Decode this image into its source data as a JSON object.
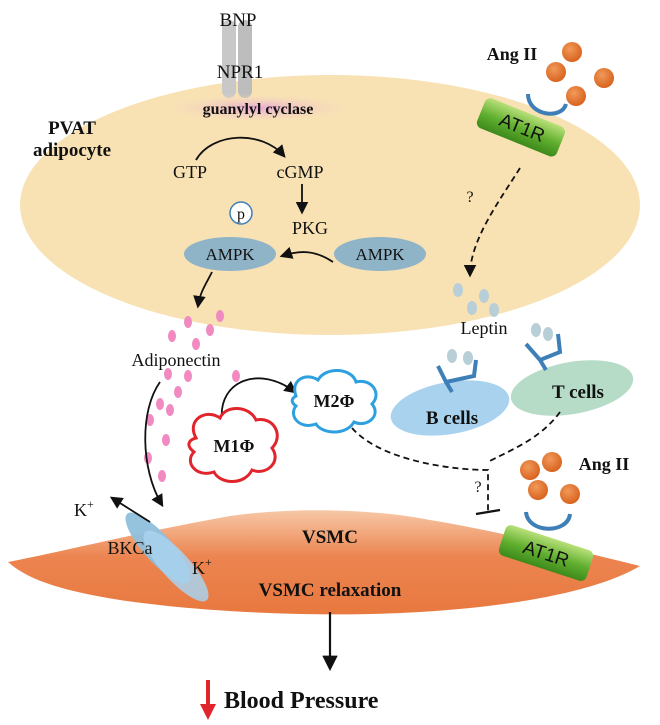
{
  "labels": {
    "bnp": "BNP",
    "npr1": "NPR1",
    "guanylyl_cyclase": "guanylyl cyclase",
    "pvat_line1": "PVAT",
    "pvat_line2": "adipocyte",
    "gtp": "GTP",
    "cgmp": "cGMP",
    "pkg": "PKG",
    "p": "p",
    "ampk_left": "AMPK",
    "ampk_right": "AMPK",
    "adiponectin": "Adiponectin",
    "leptin": "Leptin",
    "ang_ii_top": "Ang II",
    "ang_ii_bottom": "Ang II",
    "at1r_top": "AT1R",
    "at1r_bottom": "AT1R",
    "question_top": "?",
    "question_bottom": "?",
    "b_cells": "B cells",
    "t_cells": "T cells",
    "m1": "M1Φ",
    "m2": "M2Φ",
    "k_plus_left": "K",
    "k_plus_left_sup": "+",
    "k_plus_right": "K",
    "k_plus_right_sup": "+",
    "bkca": "BKCa",
    "vsmc": "VSMC",
    "vsmc_relaxation": "VSMC relaxation",
    "blood_pressure": "Blood Pressure"
  },
  "colors": {
    "adipocyte_fill": "#f8e2b4",
    "vsmc_fill": "#ea7c4a",
    "ang_ii": "#e2743a",
    "at1r_green": "#6dbb3c",
    "ampk": "#8fb4c8",
    "receptor_blue": "#3e7fb8",
    "b_cells_fill": "#a9d2ee",
    "t_cells_fill": "#b6dcc8",
    "m1_red": "#e0262c",
    "m2_blue": "#2ea0e0",
    "adiponectin_pink": "#f08ac0",
    "down_arrow_red": "#e0262c"
  }
}
